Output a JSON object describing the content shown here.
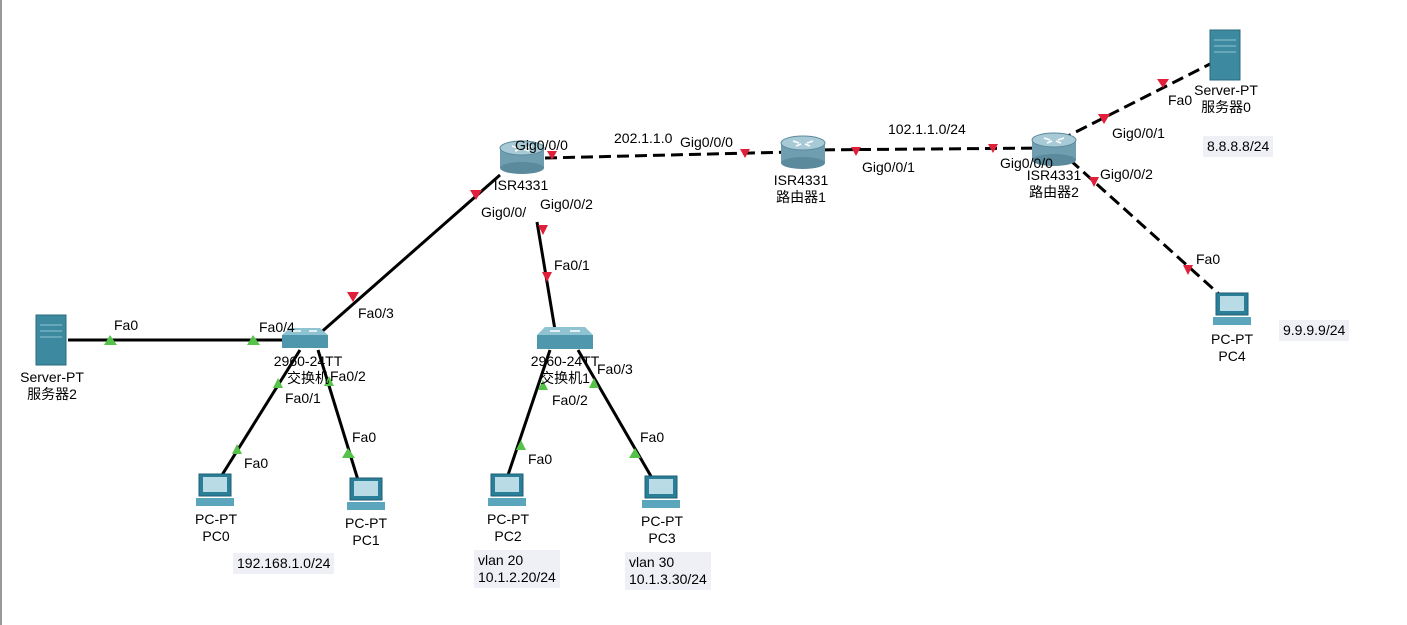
{
  "devices": {
    "router0": {
      "model": "ISR4331",
      "name": ""
    },
    "router1": {
      "model": "ISR4331",
      "name": "路由器1"
    },
    "router2": {
      "model": "ISR4331",
      "name": "路由器2"
    },
    "switch0": {
      "model": "2960-24TT",
      "name": "交换机"
    },
    "switch1": {
      "model": "2960-24TT",
      "name": "交换机1"
    },
    "server0": {
      "model": "Server-PT",
      "name": "服务器0"
    },
    "server2": {
      "model": "Server-PT",
      "name": "服务器2"
    },
    "pc0": {
      "model": "PC-PT",
      "name": "PC0"
    },
    "pc1": {
      "model": "PC-PT",
      "name": "PC1"
    },
    "pc2": {
      "model": "PC-PT",
      "name": "PC2"
    },
    "pc3": {
      "model": "PC-PT",
      "name": "PC3"
    },
    "pc4": {
      "model": "PC-PT",
      "name": "PC4"
    }
  },
  "ports": {
    "r0_g000": "Gig0/0/0",
    "r0_g001": "Gig0/0/",
    "r0_g002": "Gig0/0/2",
    "r1_g000": "Gig0/0/0",
    "r1_g001": "Gig0/0/1",
    "r2_g000": "Gig0/0/0",
    "r2_g001": "Gig0/0/1",
    "r2_g002": "Gig0/0/2",
    "sw0_fa03": "Fa0/3",
    "sw0_fa04": "Fa0/4",
    "sw0_fa01": "Fa0/1",
    "sw0_fa02": "Fa0/2",
    "sw1_fa01": "Fa0/1",
    "sw1_fa02": "Fa0/2",
    "sw1_fa03": "Fa0/3",
    "server2_fa0": "Fa0",
    "server0_fa0": "Fa0",
    "pc0_fa0": "Fa0",
    "pc1_fa0": "Fa0",
    "pc2_fa0": "Fa0",
    "pc3_fa0": "Fa0",
    "pc4_fa0": "Fa0"
  },
  "link_labels": {
    "r0_r1": "202.1.1.0",
    "r1_r2": "102.1.1.0/24"
  },
  "notes": {
    "server0_ip": "8.8.8.8/24",
    "pc4_ip": "9.9.9.9/24",
    "lan_left": "192.168.1.0/24",
    "pc2_vlan": "vlan 20",
    "pc2_ip": "10.1.2.20/24",
    "pc3_vlan": "vlan 30",
    "pc3_ip": "10.1.3.30/24"
  },
  "colors": {
    "link_down": "#e0203a",
    "link_up": "#55c24a",
    "router_body": "#7aa8b8",
    "switch_body": "#4f97ad",
    "server_body": "#3d8aa0",
    "pc_body": "#2b7e98",
    "note_bg": "#eef0f6"
  }
}
